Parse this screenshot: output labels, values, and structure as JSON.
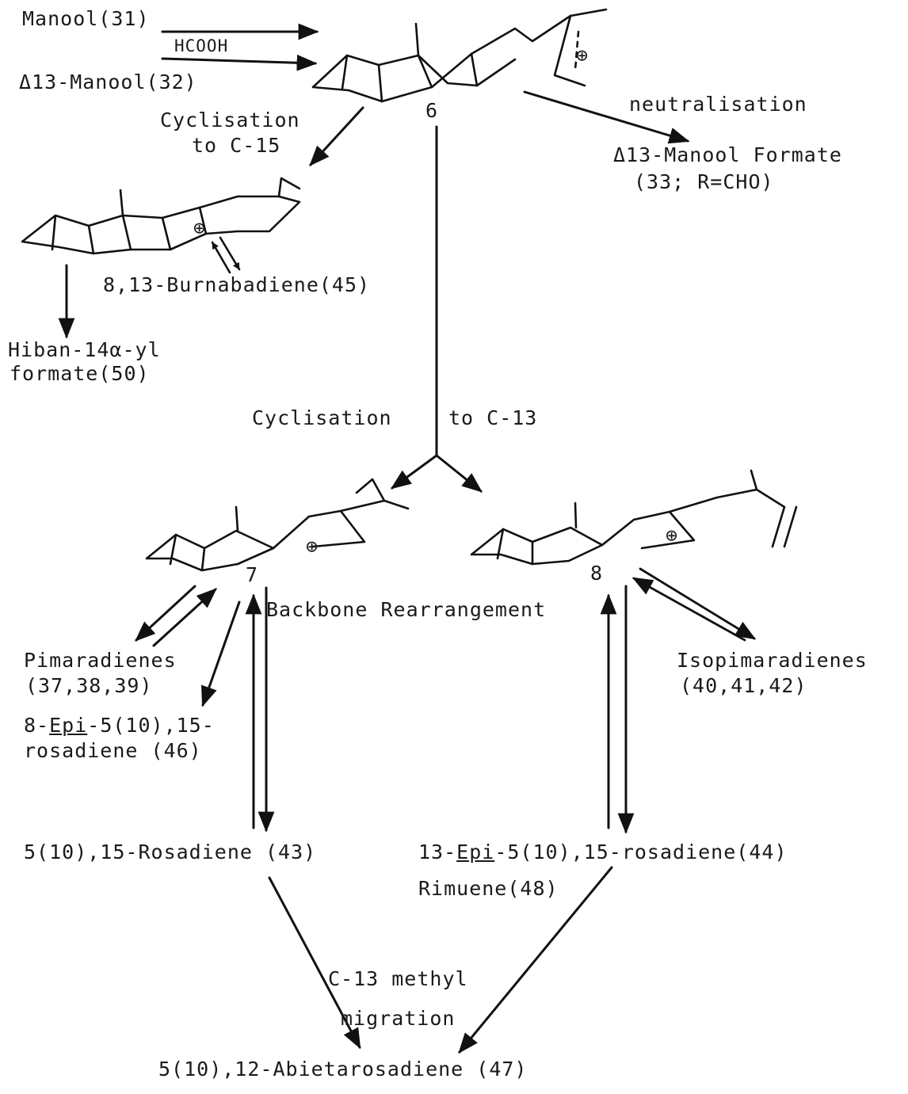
{
  "labels": {
    "manool": "Manool(31)",
    "hcooh": "HCOOH",
    "d13_manool": "Δ13-Manool(32)",
    "num6": "6",
    "neutralisation": "neutralisation",
    "formate_line1": "Δ13-Manool Formate",
    "formate_line2": "(33; R=CHO)",
    "cyc15_line1": "Cyclisation",
    "cyc15_line2": "to C-15",
    "burnabadiene": "8,13-Burnabadiene(45)",
    "hiban_line1": "Hiban-14α-yl",
    "hiban_line2": "formate(50)",
    "cyc13_left": "Cyclisation",
    "cyc13_right": "to C-13",
    "num7": "7",
    "num8": "8",
    "backbone": "Backbone Rearrangement",
    "pimaradienes_line1": "Pimaradienes",
    "pimaradienes_line2": "(37,38,39)",
    "epi8_prefix": "8-",
    "epi8_epi": "Epi",
    "epi8_rest": "-5(10),15-",
    "epi8_line2": "rosadiene (46)",
    "isopim_line1": "Isopimaradienes",
    "isopim_line2": "(40,41,42)",
    "rosadiene43": "5(10),15-Rosadiene (43)",
    "epi13_prefix": "13-",
    "epi13_epi": "Epi",
    "epi13_rest": "-5(10),15-rosadiene(44)",
    "rimuene": "Rimuene(48)",
    "methyl_line1": "C-13 methyl",
    "methyl_line2": "migration",
    "abietarosadiene": "5(10),12-Abietarosadiene (47)",
    "cation_symbol": "⊕"
  },
  "colors": {
    "ink": "#111111",
    "background": "#ffffff"
  }
}
